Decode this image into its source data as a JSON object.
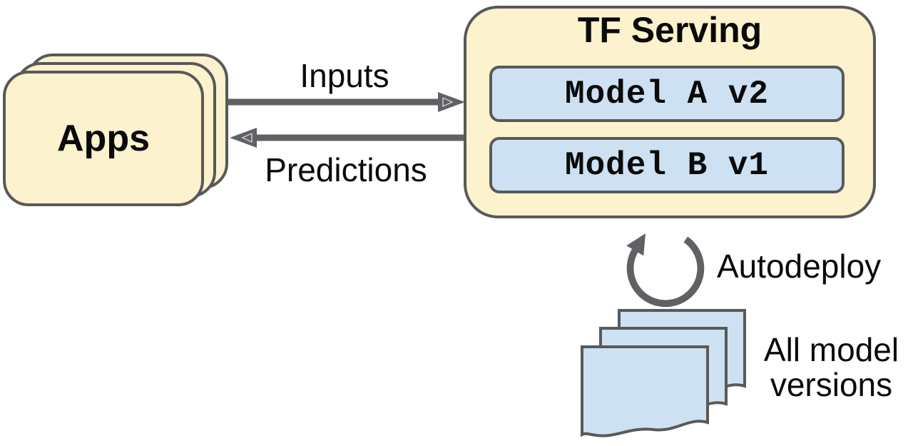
{
  "diagram": {
    "title_hint": "TF Serving architecture diagram",
    "apps": {
      "label": "Apps"
    },
    "tf_serving": {
      "title": "TF Serving",
      "models": [
        {
          "label": "Model A v2"
        },
        {
          "label": "Model B v1"
        }
      ]
    },
    "flows": {
      "inputs_label": "Inputs",
      "predictions_label": "Predictions",
      "autodeploy_label": "Autodeploy"
    },
    "storage": {
      "label_line1": "All model",
      "label_line2": "versions"
    },
    "colors": {
      "box_yellow": "#FCF2CE",
      "box_blue": "#CEE1F2",
      "border_gray": "#595959",
      "arrow_gray": "#5F6165",
      "text_black": "#0A0A0A"
    }
  }
}
